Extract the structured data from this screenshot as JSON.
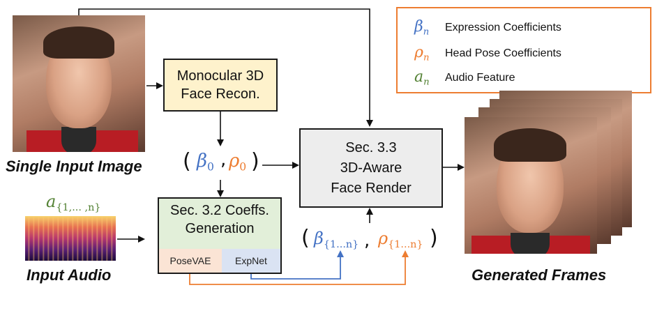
{
  "legend": {
    "items": [
      {
        "symbol": "β",
        "sub": "n",
        "label": "Expression Coefficients",
        "color": "#4472c4"
      },
      {
        "symbol": "ρ",
        "sub": "n",
        "label": "Head Pose Coefficients",
        "color": "#ed7d31"
      },
      {
        "symbol": "a",
        "sub": "n",
        "label": "Audio Feature",
        "color": "#548235"
      }
    ]
  },
  "nodes": {
    "recon": "Monocular 3D\nFace Recon.",
    "render": "Sec. 3.3\n3D-Aware\nFace Render",
    "coeffs": "Sec. 3.2 Coeffs.\nGeneration",
    "posevae": "PoseVAE",
    "expnet": "ExpNet"
  },
  "captions": {
    "single_input": "Single Input Image",
    "input_audio": "Input Audio",
    "generated": "Generated Frames"
  },
  "symbols": {
    "beta0_sym": "β",
    "beta0_sub": "0",
    "rho0_sym": "ρ",
    "rho0_sub": "0",
    "beta_seq_sym": "β",
    "beta_seq_sub": "{1...n}",
    "rho_seq_sym": "ρ",
    "rho_seq_sub": "{1...n}",
    "audio_sym": "a",
    "audio_sub": "{1,... ,n}",
    "comma": ","
  },
  "colors": {
    "beta": "#4472c4",
    "rho": "#ed7d31",
    "audio": "#548235",
    "recon_fill": "#fef2cc",
    "render_fill": "#ededed",
    "coeffs_fill": "#e2efd9",
    "posevae_fill": "#fbe4d5",
    "expnet_fill": "#dae3f3",
    "legend_border": "#ed7d31"
  }
}
